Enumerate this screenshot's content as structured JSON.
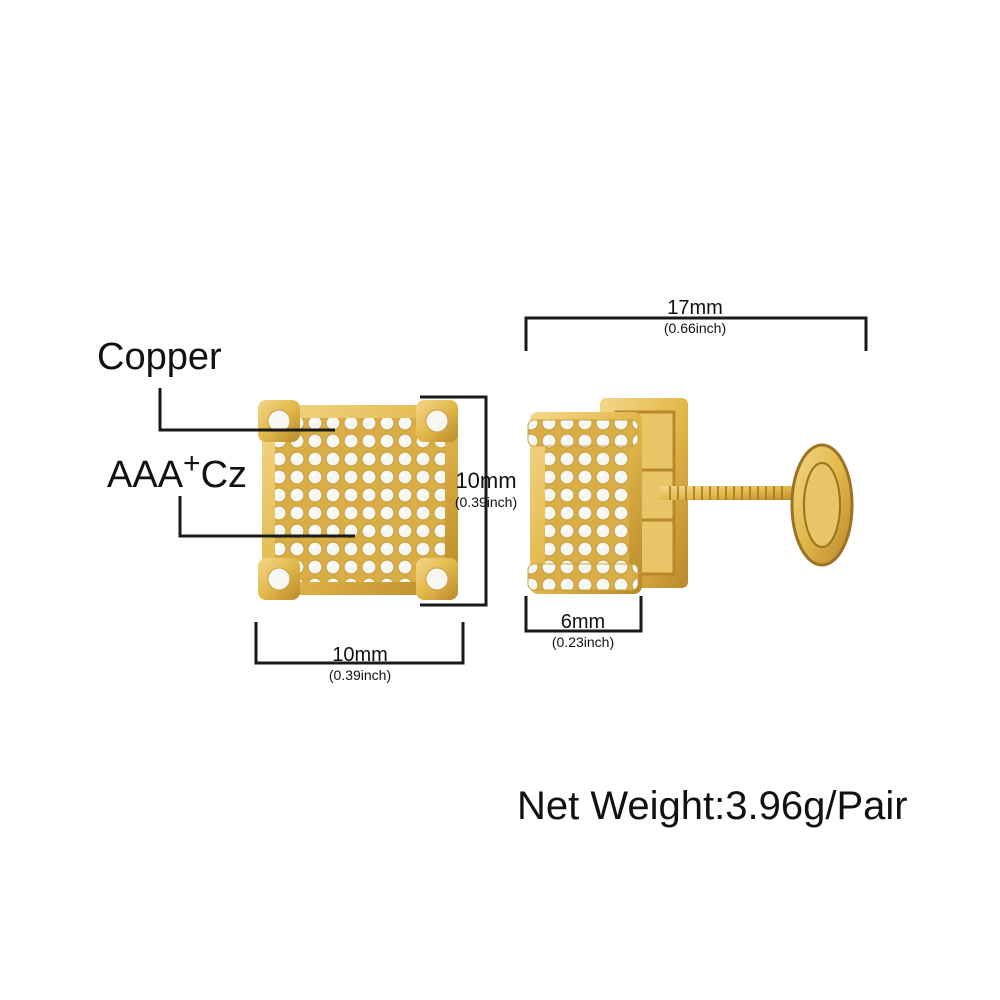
{
  "labels": {
    "material": "Copper",
    "stone_main": "AAA",
    "stone_sup": "+",
    "stone_suffix": "Cz"
  },
  "dimensions": {
    "front_height": {
      "mm": "10mm",
      "inch": "(0.39inch)"
    },
    "front_width": {
      "mm": "10mm",
      "inch": "(0.39inch)"
    },
    "side_length": {
      "mm": "17mm",
      "inch": "(0.66inch)"
    },
    "side_depth": {
      "mm": "6mm",
      "inch": "(0.23inch)"
    }
  },
  "net_weight": "Net Weight:3.96g/Pair",
  "colors": {
    "gold": "#e2b84a",
    "gold_dark": "#b8892a",
    "stone": "#f4f4f2",
    "line": "#1a1a1a"
  }
}
